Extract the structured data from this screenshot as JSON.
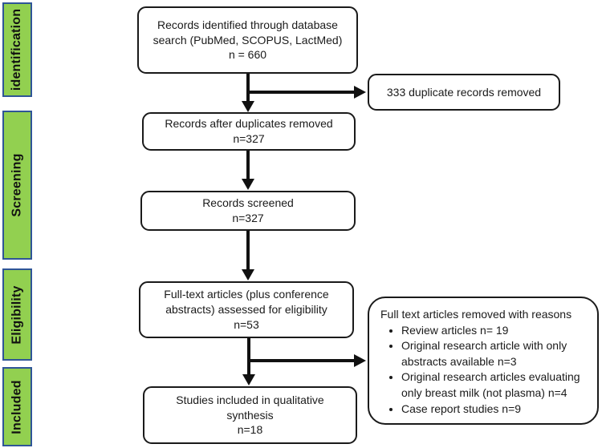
{
  "sidebar": {
    "fill_color": "#92d050",
    "border_color": "#2f5597",
    "labels": [
      {
        "id": "identification",
        "label": "identification"
      },
      {
        "id": "screening",
        "label": "Screening"
      },
      {
        "id": "eligibility",
        "label": "Eligibility"
      },
      {
        "id": "included",
        "label": "Included"
      }
    ]
  },
  "boxes": {
    "identified": {
      "text": "Records identified through database\nsearch (PubMed, SCOPUS, LactMed)\nn = 660"
    },
    "duplicates_removed": {
      "text": "333 duplicate records removed"
    },
    "after_duplicates": {
      "text": "Records after duplicates removed\nn=327"
    },
    "screened": {
      "text": "Records screened\nn=327"
    },
    "fulltext_assessed": {
      "text": "Full-text articles (plus conference\nabstracts) assessed for eligibility\nn=53"
    },
    "removed_reasons": {
      "title": "Full text articles removed with reasons",
      "items": [
        "Review articles n= 19",
        "Original research article with only\nabstracts available n=3",
        "Original research articles evaluating\nonly breast milk (not plasma) n=4",
        "Case report studies n=9"
      ]
    },
    "included_synthesis": {
      "text": "Studies included in qualitative\nsynthesis\nn=18"
    }
  }
}
